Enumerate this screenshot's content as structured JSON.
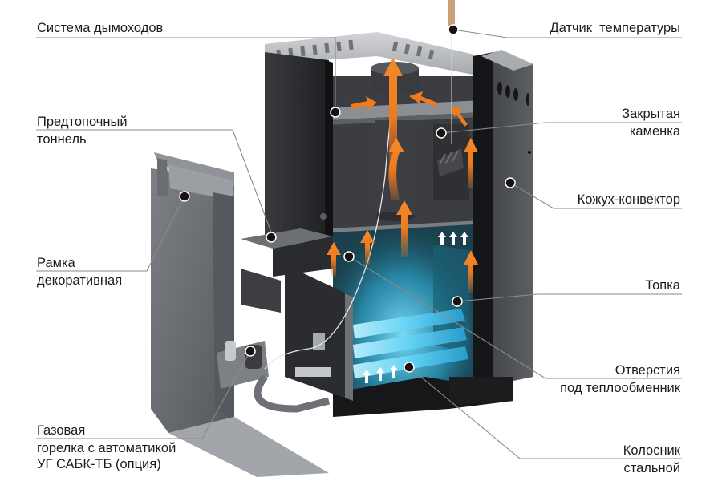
{
  "diagram": {
    "subject": "Газовая банная печь в разрезе",
    "labels_left": [
      {
        "id": "chimney-system",
        "lines": [
          "Система дымоходов"
        ]
      },
      {
        "id": "prefurnace-tunnel",
        "lines": [
          "Предтопочный",
          "тоннель"
        ]
      },
      {
        "id": "decorative-frame",
        "lines": [
          "Рамка",
          "декоративная"
        ]
      },
      {
        "id": "gas-burner",
        "lines": [
          "Газовая",
          "горелка с автоматикой",
          "УГ САБК-ТБ (опция)"
        ]
      }
    ],
    "labels_right": [
      {
        "id": "temperature-sensor",
        "lines": [
          "Датчик  температуры"
        ]
      },
      {
        "id": "closed-heater",
        "lines": [
          "Закрытая",
          "каменка"
        ]
      },
      {
        "id": "convector-casing",
        "lines": [
          "Кожух-конвектор"
        ]
      },
      {
        "id": "firebox",
        "lines": [
          "Топка"
        ]
      },
      {
        "id": "heat-exchanger-holes",
        "lines": [
          "Отверстия",
          "под теплообменник"
        ]
      },
      {
        "id": "steel-grate",
        "lines": [
          "Колосник",
          "стальной"
        ]
      }
    ],
    "colors": {
      "arrow": "#f07a1e",
      "flame": "#5fd0f0",
      "steel_dark": "#2e2f33",
      "steel_mid": "#55585d",
      "steel_light": "#9a9da2",
      "leader_line": "#8a8a8a",
      "marker": "#1a1212"
    }
  }
}
